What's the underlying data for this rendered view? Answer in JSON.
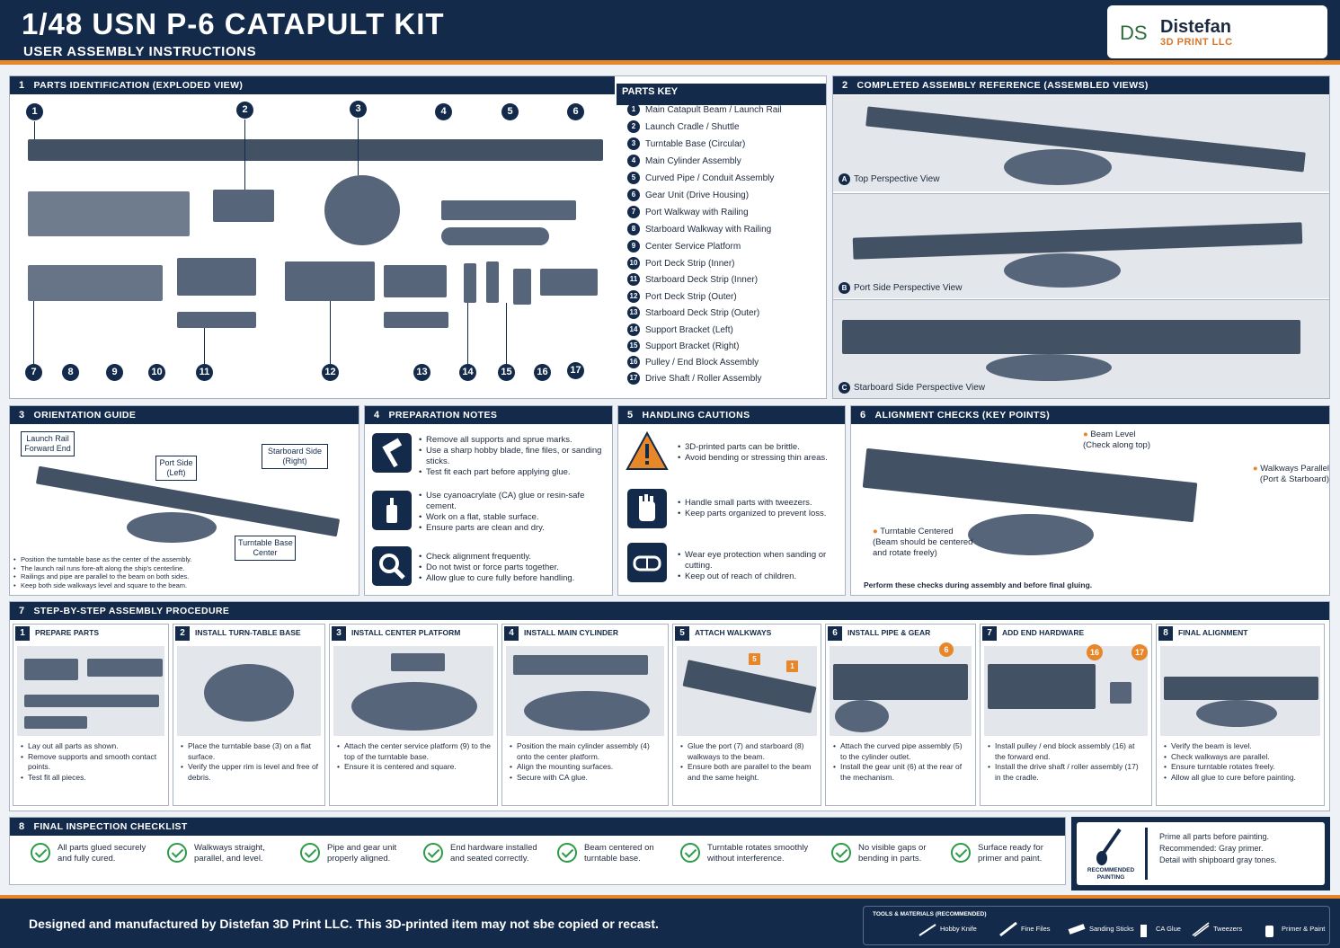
{
  "header": {
    "title": "1/48 USN P-6 CATAPULT KIT",
    "subtitle": "USER ASSEMBLY INSTRUCTIONS",
    "logo_initials": "DS",
    "logo_name": "Distefan",
    "logo_sub": "3D PRINT LLC"
  },
  "section1": {
    "num": "1",
    "title": "PARTS IDENTIFICATION (EXPLODED VIEW)",
    "callouts": [
      "1",
      "2",
      "3",
      "4",
      "5",
      "6",
      "7",
      "8",
      "9",
      "10",
      "11",
      "12",
      "13",
      "14",
      "15",
      "16",
      "17"
    ]
  },
  "parts_key": {
    "title": "PARTS KEY",
    "items": [
      {
        "n": "1",
        "label": "Main Catapult Beam / Launch Rail"
      },
      {
        "n": "2",
        "label": "Launch Cradle / Shuttle"
      },
      {
        "n": "3",
        "label": "Turntable Base (Circular)"
      },
      {
        "n": "4",
        "label": "Main Cylinder Assembly"
      },
      {
        "n": "5",
        "label": "Curved Pipe / Conduit Assembly"
      },
      {
        "n": "6",
        "label": "Gear Unit (Drive Housing)"
      },
      {
        "n": "7",
        "label": "Port Walkway with Railing"
      },
      {
        "n": "8",
        "label": "Starboard Walkway with Railing"
      },
      {
        "n": "9",
        "label": "Center Service Platform"
      },
      {
        "n": "10",
        "label": "Port Deck Strip (Inner)"
      },
      {
        "n": "11",
        "label": "Starboard Deck Strip (Inner)"
      },
      {
        "n": "12",
        "label": "Port Deck Strip (Outer)"
      },
      {
        "n": "13",
        "label": "Starboard Deck Strip (Outer)"
      },
      {
        "n": "14",
        "label": "Support Bracket (Left)"
      },
      {
        "n": "15",
        "label": "Support Bracket (Right)"
      },
      {
        "n": "16",
        "label": "Pulley / End Block Assembly"
      },
      {
        "n": "17",
        "label": "Drive Shaft / Roller Assembly"
      }
    ]
  },
  "section2": {
    "num": "2",
    "title": "COMPLETED ASSEMBLY REFERENCE (ASSEMBLED VIEWS)",
    "views": [
      {
        "letter": "A",
        "label": "Top Perspective View"
      },
      {
        "letter": "B",
        "label": "Port Side Perspective View"
      },
      {
        "letter": "C",
        "label": "Starboard Side Perspective View"
      }
    ]
  },
  "section3": {
    "num": "3",
    "title": "ORIENTATION GUIDE",
    "labels": {
      "launch_rail": "Launch Rail\nForward End",
      "port": "Port Side\n(Left)",
      "starboard": "Starboard Side\n(Right)",
      "turntable": "Turntable Base\nCenter"
    },
    "notes": [
      "Position the turntable base as the center of the assembly.",
      "The launch rail runs fore-aft along the ship's centerline.",
      "Railings and pipe are parallel to the beam on both sides.",
      "Keep both side walkways level and square to the beam."
    ]
  },
  "section4": {
    "num": "4",
    "title": "PREPARATION NOTES",
    "groups": [
      {
        "icon": "hammer-icon",
        "lines": [
          "Remove all supports and sprue marks.",
          "Use a sharp hobby blade, fine files, or sanding sticks.",
          "Test fit each part before applying glue."
        ]
      },
      {
        "icon": "glue-bottle-icon",
        "lines": [
          "Use cyanoacrylate (CA) glue or resin-safe cement.",
          "Work on a flat, stable surface.",
          "Ensure parts are clean and dry."
        ]
      },
      {
        "icon": "magnifier-icon",
        "lines": [
          "Check alignment frequently.",
          "Do not twist or force parts together.",
          "Allow glue to cure fully before handling."
        ]
      }
    ]
  },
  "section5": {
    "num": "5",
    "title": "HANDLING CAUTIONS",
    "groups": [
      {
        "icon": "warning-icon",
        "lines": [
          "3D-printed parts can be brittle.",
          "Avoid bending or stressing thin areas."
        ]
      },
      {
        "icon": "glove-icon",
        "lines": [
          "Handle small parts with tweezers.",
          "Keep parts organized to prevent loss."
        ]
      },
      {
        "icon": "goggles-icon",
        "lines": [
          "Wear eye protection when sanding or cutting.",
          "Keep out of reach of children."
        ]
      }
    ]
  },
  "section6": {
    "num": "6",
    "title": "ALIGNMENT CHECKS (KEY POINTS)",
    "beam_level": "Beam Level",
    "beam_level_sub": "(Check along top)",
    "walkways": "Walkways Parallel",
    "walkways_sub": "(Port & Starboard)",
    "turntable": "Turntable Centered",
    "turntable_sub": "(Beam should be centered\nand rotate freely)",
    "footer": "Perform these checks during assembly and before final gluing."
  },
  "section7": {
    "num": "7",
    "title": "STEP-BY-STEP ASSEMBLY PROCEDURE",
    "steps": [
      {
        "n": "1",
        "title": "PREPARE PARTS",
        "lines": [
          "Lay out all parts as shown.",
          "Remove supports and smooth contact points.",
          "Test fit all pieces."
        ]
      },
      {
        "n": "2",
        "title": "INSTALL TURN-TABLE BASE",
        "lines": [
          "Place the turntable base  (3) on a flat surface.",
          "Verify the upper rim is level and free of debris."
        ]
      },
      {
        "n": "3",
        "title": "INSTALL CENTER PLATFORM",
        "lines": [
          "Attach the center service platform (9) to the top of the turntable base.",
          "Ensure it is centered and square."
        ]
      },
      {
        "n": "4",
        "title": "INSTALL MAIN CYLINDER",
        "lines": [
          "Position the main cylinder assembly  (4) onto the center platform.",
          "Align the mounting surfaces.",
          "Secure with CA glue."
        ]
      },
      {
        "n": "5",
        "title": "ATTACH WALKWAYS",
        "lines": [
          "Glue the port (7) and starboard  (8) walkways to the beam.",
          "Ensure both are parallel to the beam and the same height."
        ],
        "badges": [
          "5",
          "1"
        ]
      },
      {
        "n": "6",
        "title": "INSTALL PIPE & GEAR",
        "lines": [
          "Attach the curved pipe assembly  (5) to the cylinder outlet.",
          "Install the gear unit (6) at the rear of the mechanism."
        ],
        "badges": [
          "6"
        ]
      },
      {
        "n": "7",
        "title": "ADD END HARDWARE",
        "lines": [
          "Install pulley / end block assembly  (16) at the forward end.",
          "Install the drive shaft / roller assembly  (17) in the cradle."
        ],
        "badges": [
          "16",
          "17"
        ]
      },
      {
        "n": "8",
        "title": "FINAL ALIGNMENT",
        "lines": [
          "Verify the beam is level.",
          "Check walkways are parallel.",
          "Ensure turntable rotates freely.",
          "Allow all glue to cure before painting."
        ]
      }
    ]
  },
  "section8": {
    "num": "8",
    "title": "FINAL INSPECTION CHECKLIST",
    "items": [
      "All parts glued securely and fully cured.",
      "Walkways straight, parallel, and level.",
      "Pipe and gear unit properly aligned.",
      "End hardware installed and seated correctly.",
      "Beam centered on turntable base.",
      "Turntable rotates smoothly without interference.",
      "No visible gaps or bending in parts.",
      "Surface ready for primer and paint."
    ]
  },
  "painting": {
    "label": "RECOMMENDED PAINTING",
    "lines": [
      "Prime all parts before painting.",
      "Recommended: Gray primer.",
      "Detail with shipboard gray tones."
    ]
  },
  "footer": {
    "note": "Designed and manufactured by Distefan 3D Print LLC. This 3D-printed item may not sbe copied or recast.",
    "tools_title": "TOOLS & MATERIALS (RECOMMENDED)",
    "tools": [
      "Hobby Knife",
      "Fine Files",
      "Sanding Sticks",
      "CA Glue",
      "Tweezers",
      "Primer & Paint"
    ]
  },
  "colors": {
    "navy": "#132a4a",
    "orange": "#e8862a",
    "part_gray": "#56657a",
    "check_green": "#2e9a4a"
  }
}
